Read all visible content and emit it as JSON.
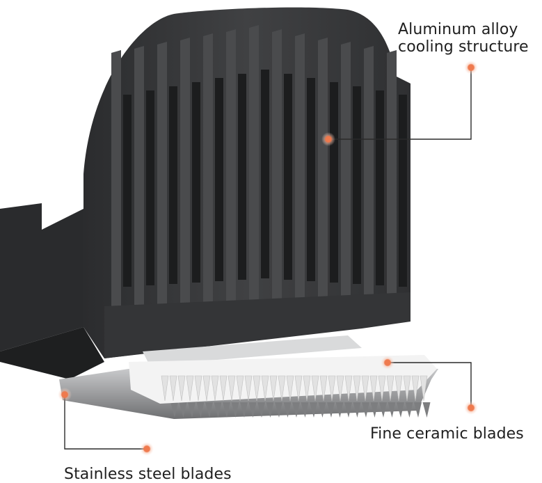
{
  "callouts": {
    "aluminum": {
      "line1": "Aluminum alloy",
      "line2": "cooling structure"
    },
    "ceramic": {
      "label": "Fine ceramic blades"
    },
    "steel": {
      "label": "Stainless steel blades"
    }
  },
  "colors": {
    "body": "#3c3d3f",
    "body_dark": "#1c1d1e",
    "fin": "#4a4b4d",
    "fin_highlight": "#6a6b6d",
    "ceramic": "#f2f2f2",
    "steel": "#9a9b9d",
    "marker": "#ef7a4e",
    "leader_line": "#2a2a2a"
  }
}
